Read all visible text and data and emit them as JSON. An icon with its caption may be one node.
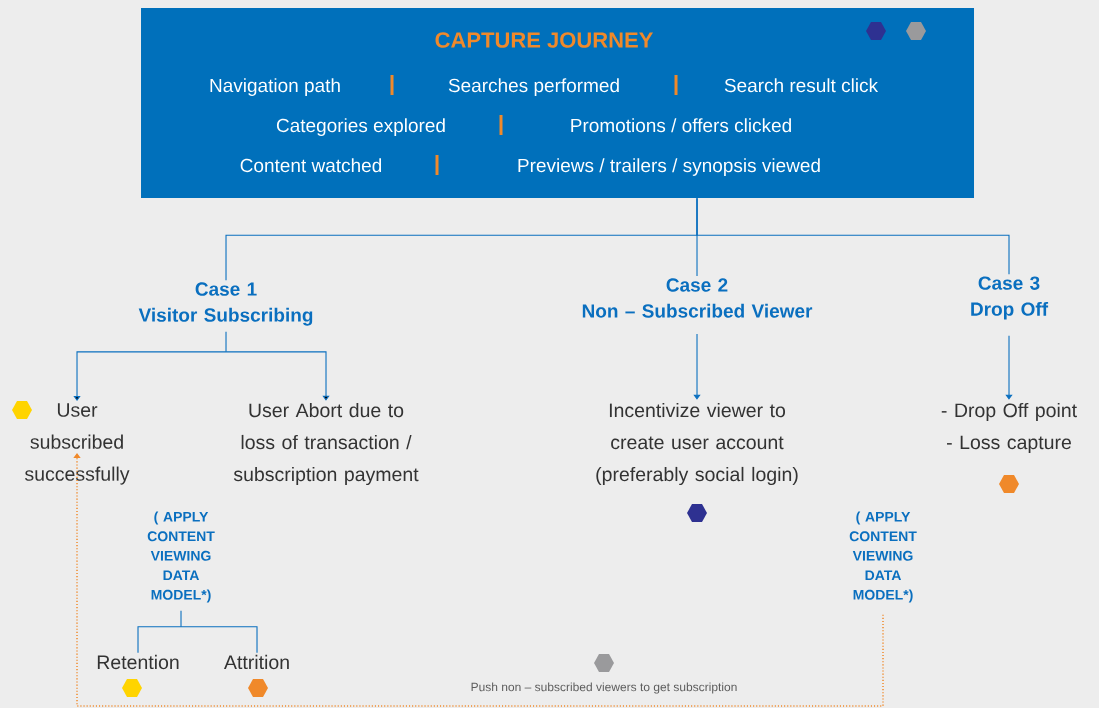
{
  "diagram": {
    "nodes": [
      {
        "text": [
          "CAPTURE JOURNEY",
          "Navigation path",
          "Searches performed",
          "Search result click",
          "Categories explored",
          "Promotions / offers clicked",
          "Content watched",
          "Previews / trailers / synopsis viewed"
        ]
      },
      {
        "text": [
          "Case 1",
          "Visitor Subscribing"
        ]
      },
      {
        "text": [
          "Case 2",
          "Non – Subscribed Viewer"
        ]
      },
      {
        "text": [
          "Case 3",
          "Drop Off"
        ]
      },
      {
        "text": [
          "User subscribed successfully"
        ]
      },
      {
        "text": [
          "User Abort due to loss of transaction / subscription payment"
        ]
      },
      {
        "text": [
          "Incentivize viewer to create user account (preferably social login)"
        ]
      },
      {
        "text": [
          "- Drop Off point",
          "- Loss capture"
        ]
      },
      {
        "text": [
          "( APPLY CONTENT VIEWING DATA MODEL*)"
        ]
      },
      {
        "text": [
          "Retention"
        ]
      },
      {
        "text": [
          "Attrition"
        ]
      },
      {
        "text": [
          "( APPLY CONTENT VIEWING DATA MODEL*)"
        ]
      }
    ],
    "edges": [
      {
        "from": 0,
        "to": 1,
        "arrow": "none"
      },
      {
        "from": 0,
        "to": 2,
        "arrow": "none"
      },
      {
        "from": 0,
        "to": 3,
        "arrow": "none"
      },
      {
        "from": 1,
        "to": 4,
        "arrow": "to"
      },
      {
        "from": 1,
        "to": 5,
        "arrow": "to"
      },
      {
        "from": 2,
        "to": 6,
        "arrow": "to"
      },
      {
        "from": 3,
        "to": 7,
        "arrow": "to"
      },
      {
        "from": 8,
        "to": 9,
        "arrow": "none"
      },
      {
        "from": 8,
        "to": 10,
        "arrow": "none"
      },
      {
        "from": 11,
        "to": 4,
        "arrow": "to",
        "style": "dashed",
        "color": "#f0892a",
        "label": "Push non – subscribed viewers to get subscription"
      }
    ]
  }
}
